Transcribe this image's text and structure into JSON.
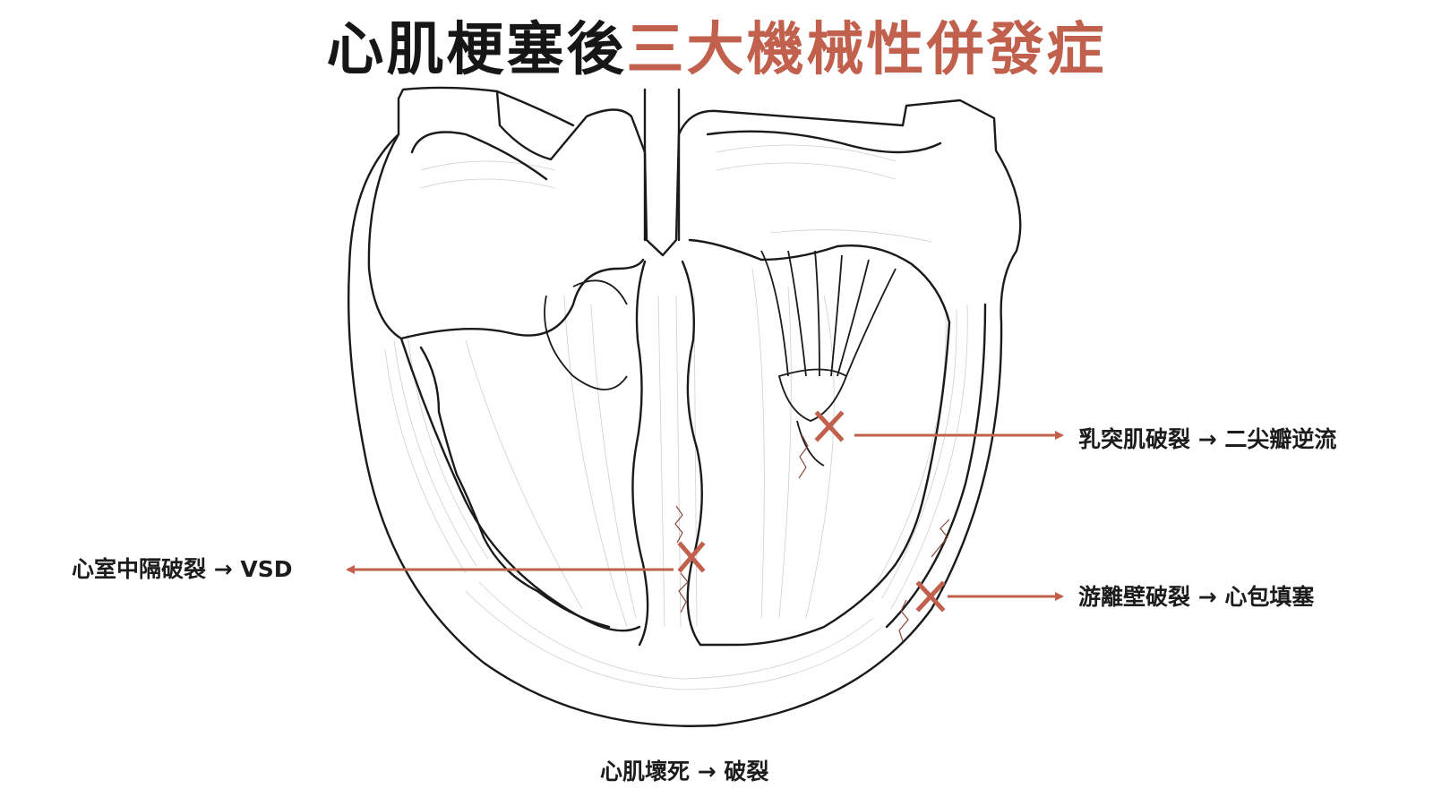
{
  "title": {
    "part1": "心肌梗塞後",
    "part2": "三大機械性併發症"
  },
  "labels": {
    "vsd": "心室中隔破裂 → VSD",
    "papillary": "乳突肌破裂 → 二尖瓣逆流",
    "free_wall": "游離壁破裂 → 心包填塞",
    "necrosis": "心肌壞死 → 破裂"
  },
  "colors": {
    "accent": "#c0604d",
    "outline": "#1a1a1a",
    "fiber": "#c8c8c8",
    "crack": "#8a4a3c"
  }
}
